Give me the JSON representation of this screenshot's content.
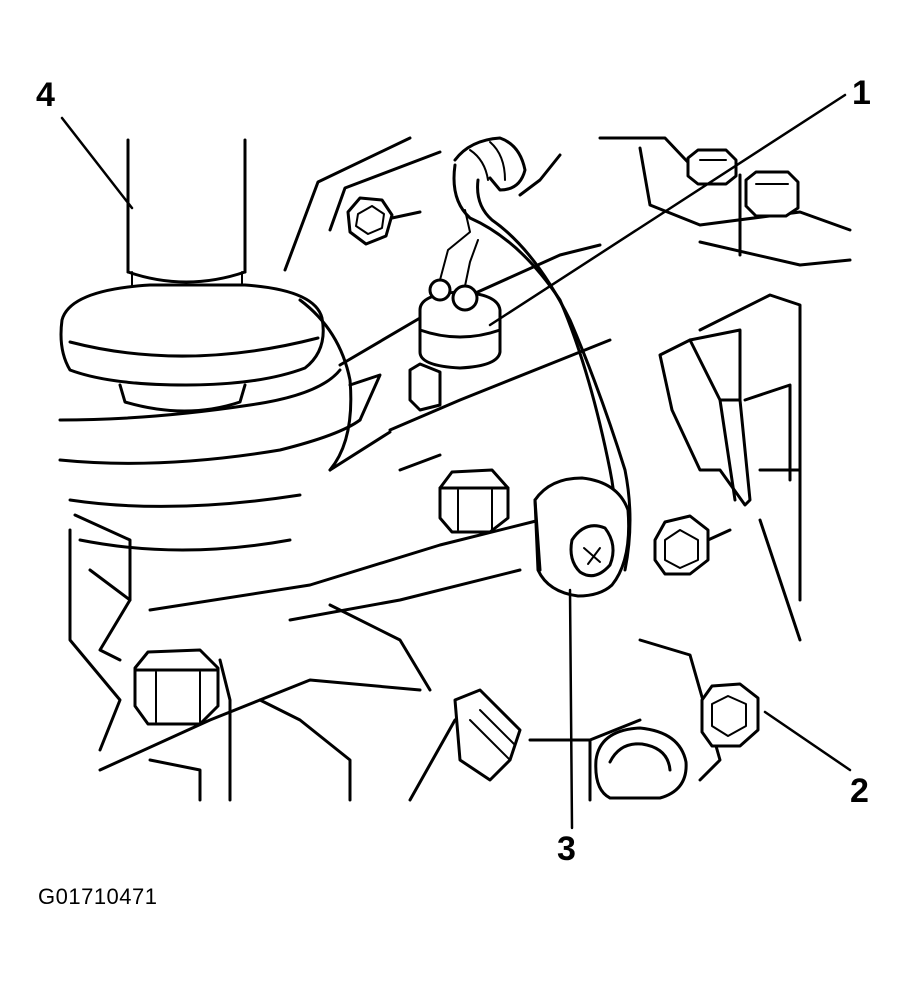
{
  "figure": {
    "id": "G01710471",
    "callouts": [
      {
        "label": "1"
      },
      {
        "label": "2"
      },
      {
        "label": "3"
      },
      {
        "label": "4"
      }
    ]
  },
  "colors": {
    "line": "#000000",
    "background": "#ffffff"
  }
}
